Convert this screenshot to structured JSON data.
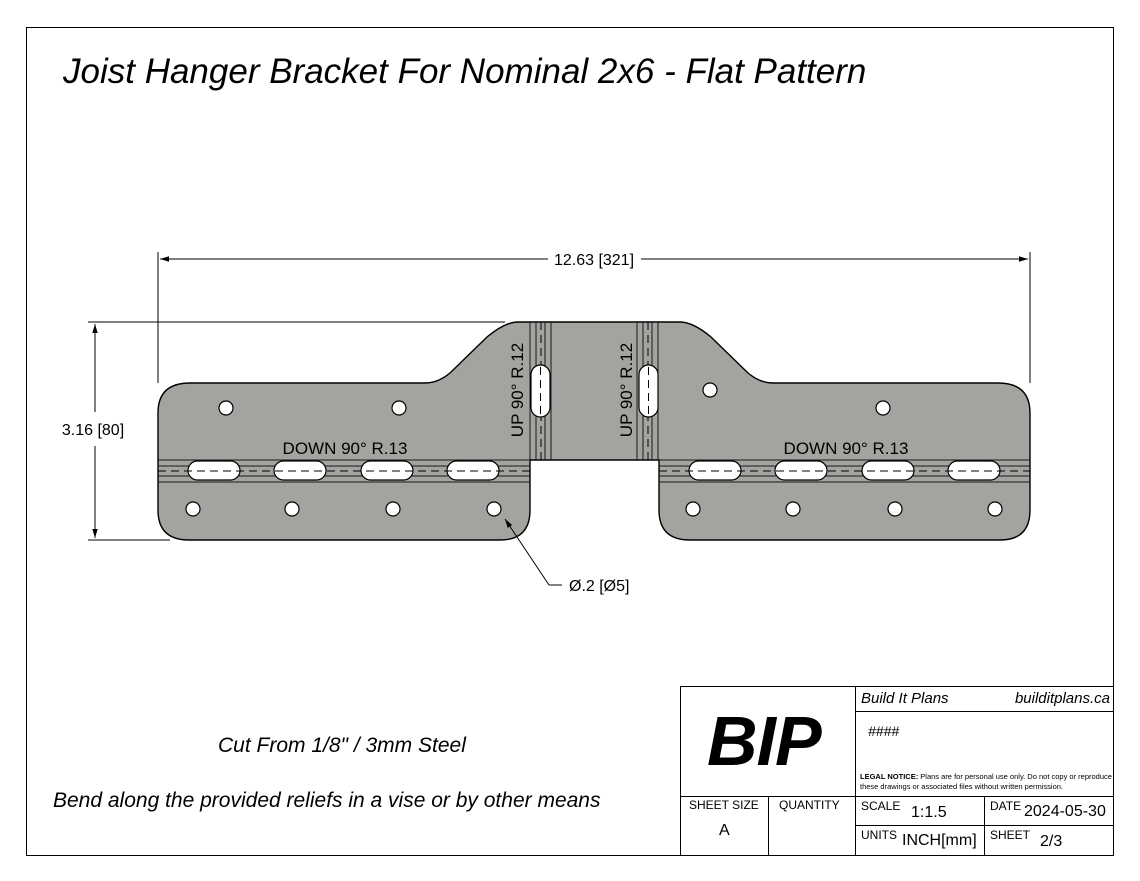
{
  "title": "Joist Hanger Bracket For Nominal 2x6 - Flat Pattern",
  "dimensions": {
    "overall_width": "12.63 [321]",
    "overall_height": "3.16 [80]",
    "hole_diameter": "Ø.2 [Ø5]"
  },
  "bend_labels": {
    "down_left": "DOWN 90° R.13",
    "down_right": "DOWN 90° R.13",
    "up_left": "UP 90° R.12",
    "up_right": "UP 90° R.12"
  },
  "notes": {
    "material": "Cut From 1/8\" / 3mm Steel",
    "bending": "Bend along the provided reliefs in a vise or by other means"
  },
  "title_block": {
    "logo": "BIP",
    "company": "Build It Plans",
    "website": "builditplans.ca",
    "part_number": "####",
    "legal_heading": "LEGAL NOTICE:",
    "legal_text": "Plans are for personal use only. Do not copy or reproduce these drawings or associated files without written permission.",
    "sheet_size_label": "SHEET SIZE",
    "sheet_size_value": "A",
    "quantity_label": "QUANTITY",
    "quantity_value": "",
    "scale_label": "SCALE",
    "scale_value": "1:1.5",
    "date_label": "DATE",
    "date_value": "2024-05-30",
    "units_label": "UNITS",
    "units_value": "INCH[mm]",
    "sheet_label": "SHEET",
    "sheet_value": "2/3"
  },
  "colors": {
    "part_fill": "#a3a49f",
    "line": "#000000"
  }
}
